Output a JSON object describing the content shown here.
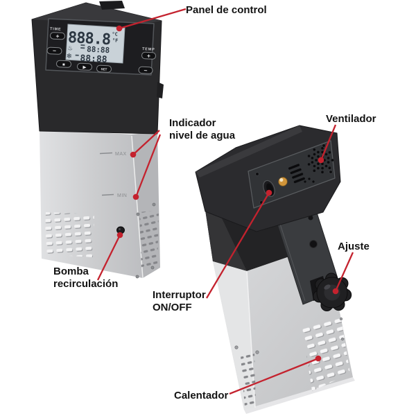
{
  "labels": {
    "panel_control": "Panel de control",
    "water_level_line1": "Indicador",
    "water_level_line2": "nivel de agua",
    "fan": "Ventilador",
    "adjust": "Ajuste",
    "switch_line1": "Interruptor",
    "switch_line2": "ON/OFF",
    "pump_line1": "Bomba",
    "pump_line2": "recirculación",
    "heater": "Calentador"
  },
  "front_device": {
    "display": {
      "temperature": "888.8",
      "unit_celsius": "°C",
      "unit_fahrenheit": "°F",
      "timer_small": "88:88",
      "timer_large": "88:88",
      "heat_icon": "♨",
      "cold_icon": "❄"
    },
    "controls": {
      "time_label": "TIME",
      "temp_label": "TEMP",
      "plus": "+",
      "minus": "−",
      "stop_glyph": "■",
      "play_glyph": "▶",
      "set_label": "SET"
    },
    "water_marks": {
      "max": "MAX",
      "min": "MIN"
    }
  },
  "colors": {
    "accent_red": "#c4222e",
    "label_text": "#131313",
    "device_black": "#2b2b2e",
    "device_silver": "#cdced0"
  }
}
